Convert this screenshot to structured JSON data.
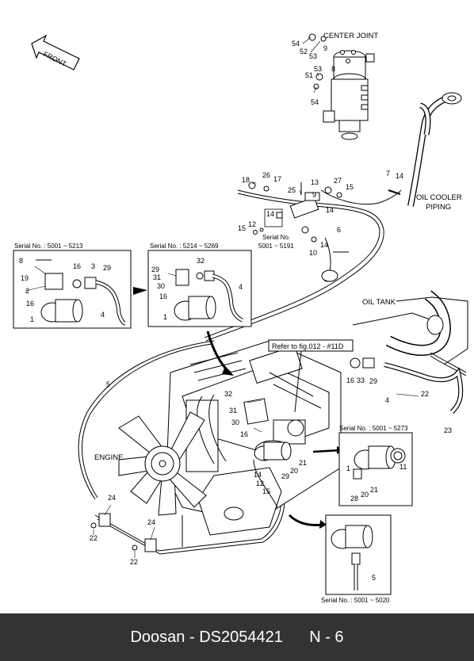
{
  "labels": {
    "front": "FRONT",
    "center_joint": "CENTER JOINT",
    "oil_cooler_piping_1": "OIL COOLER",
    "oil_cooler_piping_2": "PIPING",
    "oil_tank": "OIL TANK",
    "engine": "ENGINE",
    "refer": "Refer to fig.012 - #11D"
  },
  "serial_boxes": {
    "box1": "Serial No. : 5001 ~ 5213",
    "box2": "Serial No. : 5214 ~ 5269",
    "box3": "Serial No. : 5001 ~ 5273",
    "box4": "Serial No. : 5001 ~ 5020",
    "inline_1": "Serial No.",
    "inline_2": "5001 ~ 5191"
  },
  "callouts": {
    "c54a": "54",
    "c52": "52",
    "c9a": "9",
    "c53a": "53",
    "c53b": "53",
    "c8a": "8",
    "c51": "51",
    "c54b": "54",
    "c7": "7",
    "c14a": "14",
    "c18": "18",
    "c26": "26",
    "c17": "17",
    "c13": "13",
    "c27": "27",
    "c25": "25",
    "c9b": "9",
    "c15a": "15",
    "c14b": "14",
    "c14c": "14",
    "c12a": "12",
    "c15b": "15",
    "c6": "6",
    "c14d": "14",
    "c10": "10",
    "c8b": "8",
    "c16a": "16",
    "c3": "3",
    "c29a": "29",
    "c19": "19",
    "c2": "2",
    "c16b": "16",
    "c1a": "1",
    "c4a": "4",
    "c32a": "32",
    "c29b": "29",
    "c31a": "31",
    "c30a": "30",
    "c16c": "16",
    "c1b": "1",
    "c4b": "4",
    "c16d": "16",
    "c33": "33",
    "c29c": "29",
    "c4c": "4",
    "c22a": "22",
    "c23": "23",
    "c5a": "5",
    "c32b": "32",
    "c31b": "31",
    "c30b": "30",
    "c16e": "16",
    "c1c": "1",
    "c11": "11",
    "c28": "28",
    "c20a": "20",
    "c21a": "21",
    "c21b": "21",
    "c20b": "20",
    "c14e": "14",
    "c29d": "29",
    "c12b": "12",
    "c15c": "15",
    "c24a": "24",
    "c22b": "22",
    "c24b": "24",
    "c22c": "22",
    "c5b": "5"
  },
  "footer": {
    "brand": "Doosan",
    "part": "DS2054421",
    "page": "N - 6"
  }
}
